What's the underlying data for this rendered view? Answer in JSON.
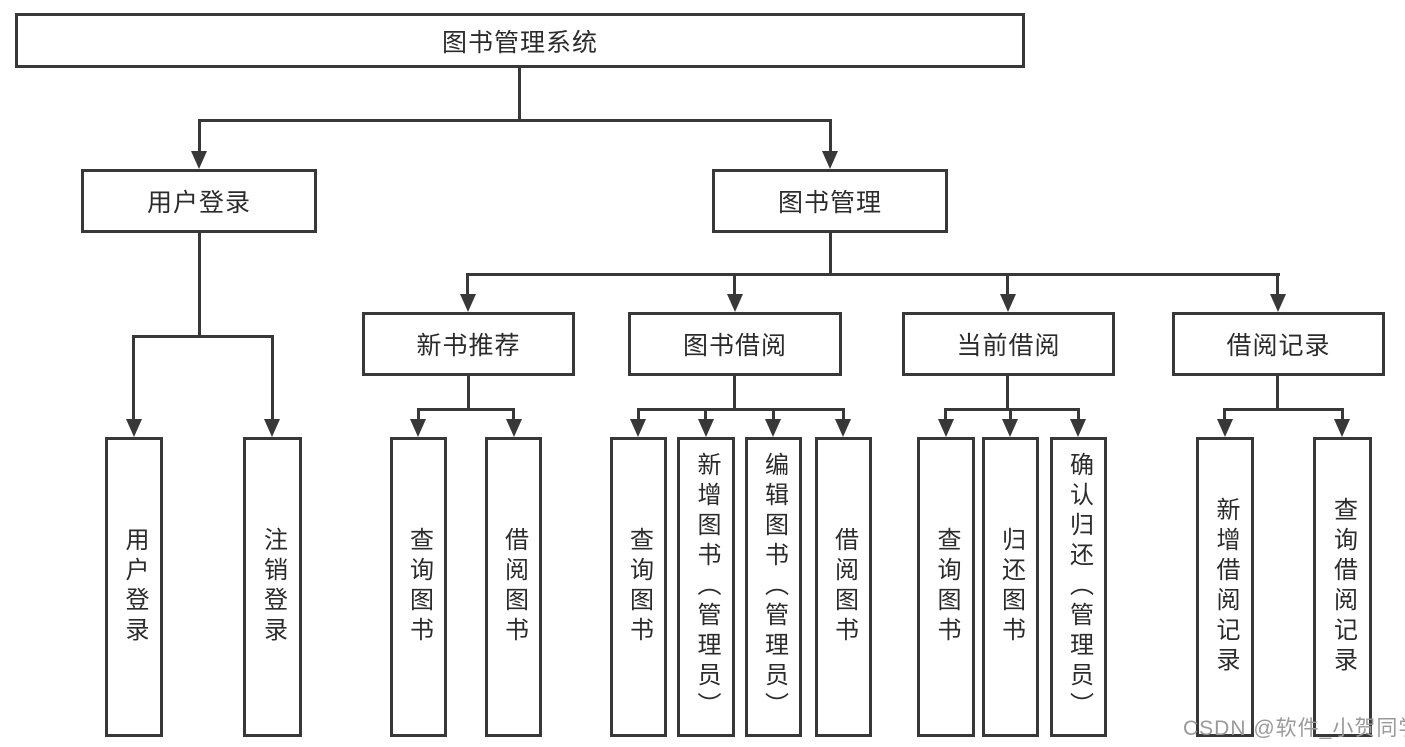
{
  "diagram": {
    "root": {
      "label": "图书管理系统"
    },
    "level2": {
      "user_login": {
        "label": "用户登录"
      },
      "book_mgmt": {
        "label": "图书管理"
      }
    },
    "level3": {
      "new_book_rec": {
        "label": "新书推荐"
      },
      "book_borrow": {
        "label": "图书借阅"
      },
      "current_borrow": {
        "label": "当前借阅"
      },
      "borrow_record": {
        "label": "借阅记录"
      }
    },
    "leaves": {
      "login_user_login": {
        "label": "用户登录"
      },
      "login_logout": {
        "label": "注销登录"
      },
      "rec_query_book": {
        "label": "查询图书"
      },
      "rec_borrow_book": {
        "label": "借阅图书"
      },
      "bor_query_book": {
        "label": "查询图书"
      },
      "bor_add_book": {
        "label": "新增图书（管理员）"
      },
      "bor_edit_book": {
        "label": "编辑图书（管理员）"
      },
      "bor_borrow_book": {
        "label": "借阅图书"
      },
      "cur_query_book": {
        "label": "查询图书"
      },
      "cur_return_book": {
        "label": "归还图书"
      },
      "cur_confirm_return": {
        "label": "确认归还（管理员）"
      },
      "recd_add_record": {
        "label": "新增借阅记录"
      },
      "recd_query_record": {
        "label": "查询借阅记录"
      }
    }
  },
  "watermark": {
    "text": "CSDN @软件_小贺同学"
  },
  "colors": {
    "line": "#383838",
    "box_border": "#383838",
    "box_background": "#ffffff",
    "text": "#2b2b2b",
    "watermark": "#9a9a9a",
    "page_background": "#ffffff"
  }
}
